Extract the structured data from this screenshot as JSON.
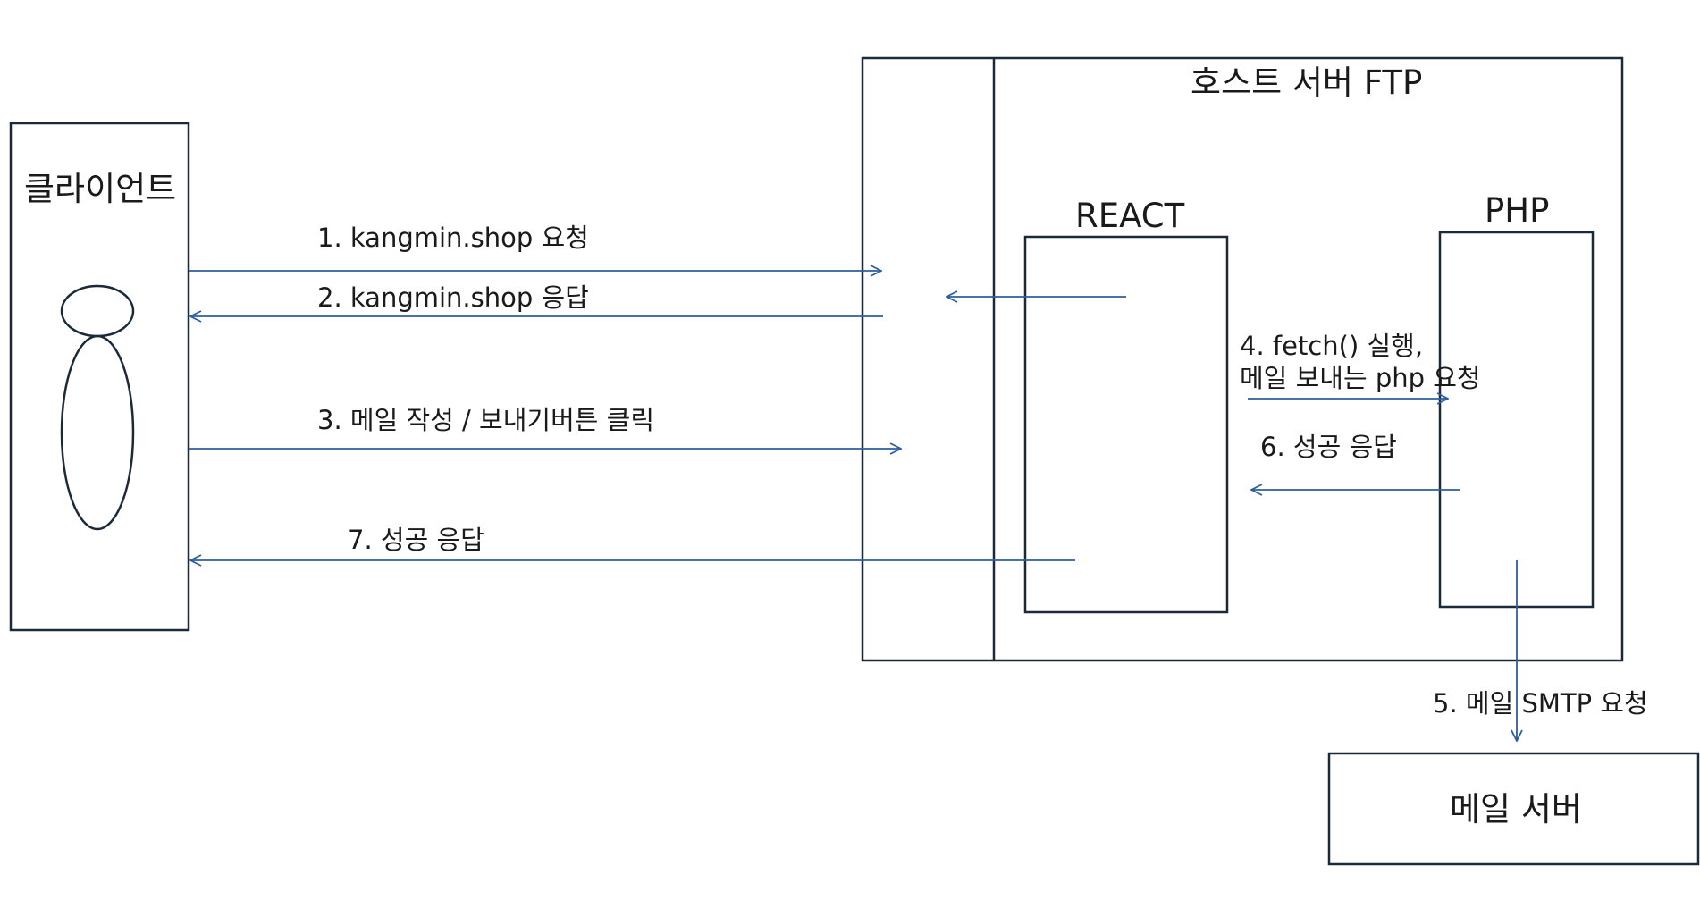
{
  "colors": {
    "box_stroke": "#1a2a3a",
    "arrow": "#2f5d9e",
    "text": "#1a1a1a",
    "background": "#ffffff"
  },
  "nodes": {
    "client": "클라이언트",
    "host_server": "호스트 서버 FTP",
    "react": "REACT",
    "php": "PHP",
    "mail_server": "메일 서버"
  },
  "steps": {
    "s1": "1. kangmin.shop 요청",
    "s2": "2. kangmin.shop 응답",
    "s3": "3. 메일 작성 / 보내기버튼 클릭",
    "s4": "4. fetch() 실행,\n메일 보내는 php 요청",
    "s5": "5. 메일 SMTP 요청",
    "s6": "6. 성공 응답",
    "s7": "7. 성공 응답"
  }
}
